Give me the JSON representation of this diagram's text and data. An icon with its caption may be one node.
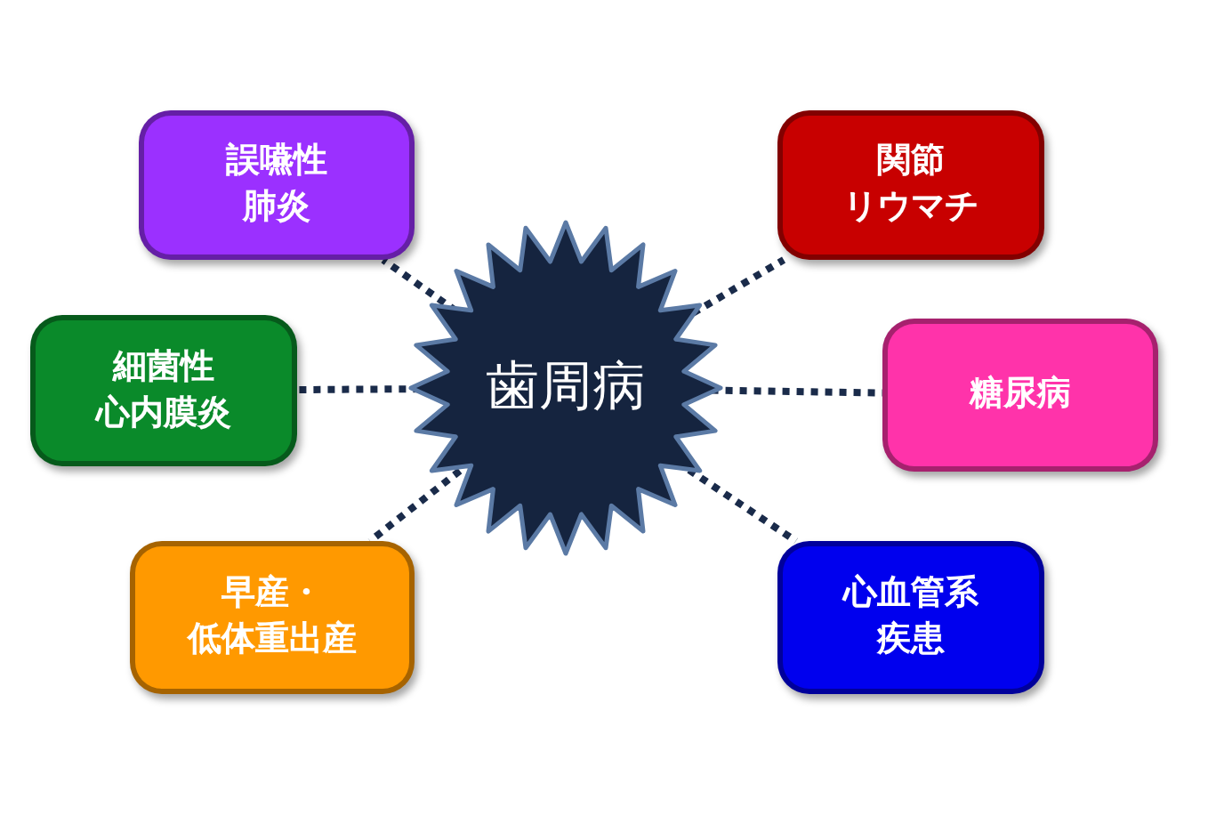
{
  "diagram": {
    "nodes": [
      {
        "text": [
          "歯周病"
        ]
      },
      {
        "text": [
          "誤嚥性肺炎"
        ]
      },
      {
        "text": [
          "関節リウマチ"
        ]
      },
      {
        "text": [
          "細菌性心内膜炎"
        ]
      },
      {
        "text": [
          "糖尿病"
        ]
      },
      {
        "text": [
          "早産・低体重出産"
        ]
      },
      {
        "text": [
          "心血管系疾患"
        ]
      }
    ],
    "edges": [
      {
        "from": 0,
        "to": 1,
        "arrow": "none",
        "style": "dashed"
      },
      {
        "from": 0,
        "to": 2,
        "arrow": "none",
        "style": "dashed"
      },
      {
        "from": 0,
        "to": 3,
        "arrow": "none",
        "style": "dashed"
      },
      {
        "from": 0,
        "to": 4,
        "arrow": "none",
        "style": "dashed"
      },
      {
        "from": 0,
        "to": 5,
        "arrow": "none",
        "style": "dashed"
      },
      {
        "from": 0,
        "to": 6,
        "arrow": "none",
        "style": "dashed"
      }
    ]
  }
}
